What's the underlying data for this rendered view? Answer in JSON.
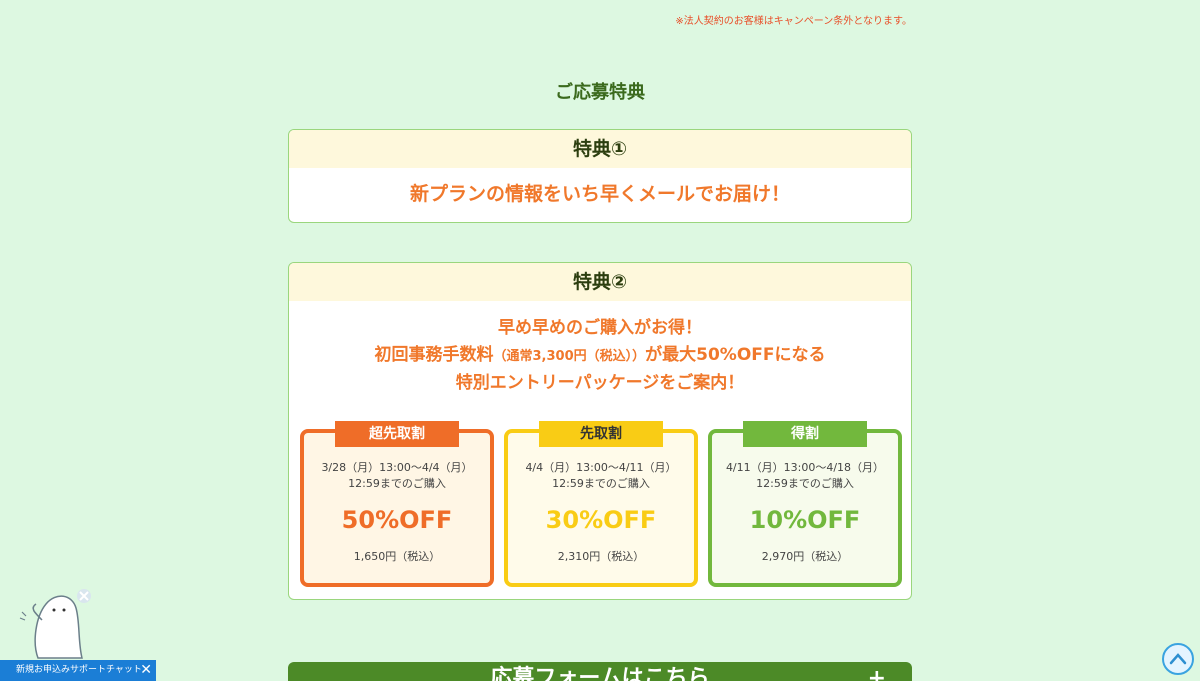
{
  "note": "※法人契約のお客様はキャンペーン条外となります。",
  "section_title": "ご応募特典",
  "benefit1": {
    "title": "特典①",
    "text": "新プランの情報をいち早くメールでお届け！"
  },
  "benefit2": {
    "title": "特典②",
    "line1": "早め早めのご購入がお得！",
    "line2_a": "初回事務手数料",
    "line2_small": "（通常3,300円（税込））",
    "line2_b": "が最大50%OFFになる",
    "line3": "特別エントリーパッケージをご案内！",
    "plans": [
      {
        "tag": "超先取割",
        "date1": "3/28（月）13:00～4/4（月）",
        "date2": "12:59までのご購入",
        "off": "50%OFF",
        "price": "1,650円（税込）",
        "color": "#ef6d28"
      },
      {
        "tag": "先取割",
        "date1": "4/4（月）13:00～4/11（月）",
        "date2": "12:59までのご購入",
        "off": "30%OFF",
        "price": "2,310円（税込）",
        "color": "#f9cc15"
      },
      {
        "tag": "得割",
        "date1": "4/11（月）13:00～4/18（月）",
        "date2": "12:59までのご購入",
        "off": "10%OFF",
        "price": "2,970円（税込）",
        "color": "#72b83d"
      }
    ]
  },
  "apply_banner": {
    "label": "応募フォームはこちら",
    "icon": "plus-icon"
  },
  "chat_widget": {
    "label": "新規お申込みサポートチャット",
    "close_icon": "close-icon",
    "mascot_icon": "mascot-icon"
  },
  "scroll_top_icon": "chevron-up-icon"
}
